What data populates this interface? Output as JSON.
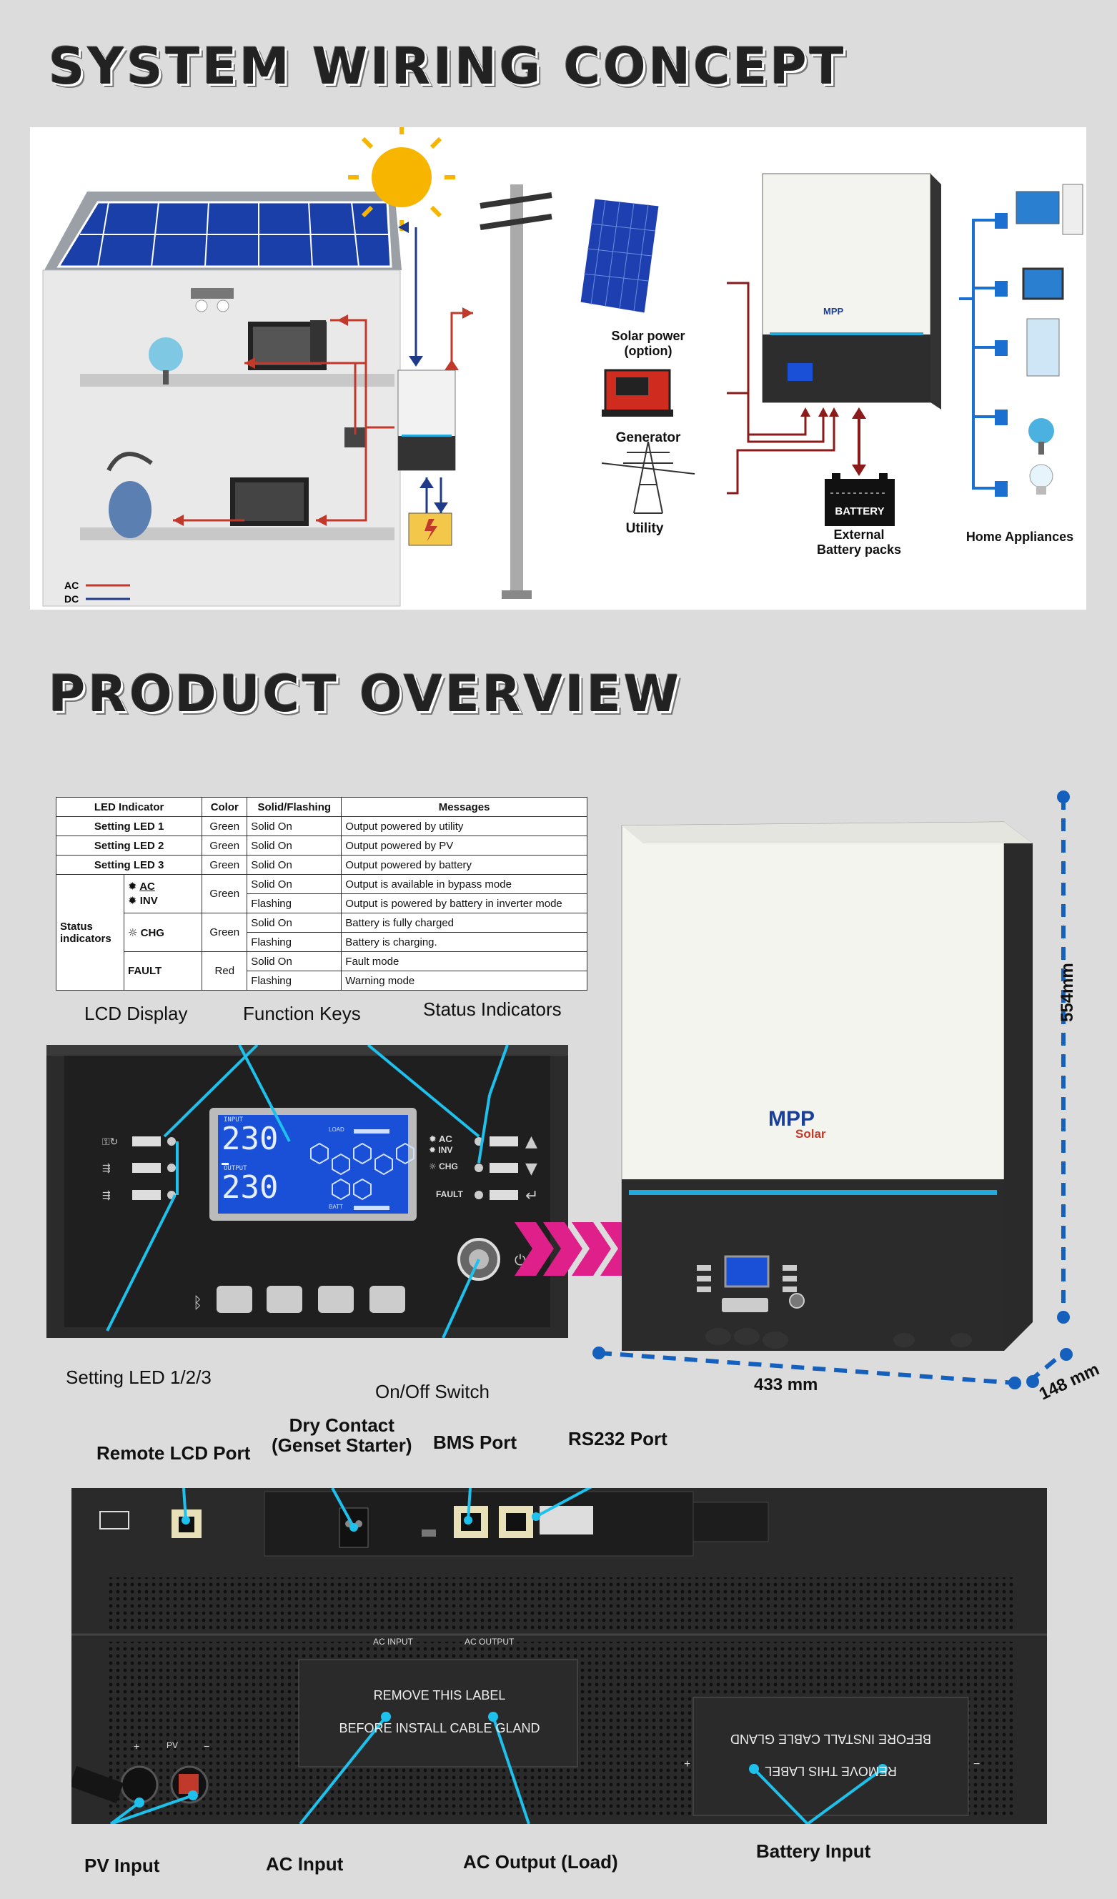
{
  "sections": {
    "wiring_title": "SYSTEM WIRING CONCEPT",
    "overview_title": "PRODUCT OVERVIEW"
  },
  "wiring": {
    "legend": [
      {
        "label": "AC",
        "color": "#c0392b"
      },
      {
        "label": "DC",
        "color": "#1f3a8a"
      }
    ],
    "labels": {
      "solar": "Solar power\n(option)",
      "generator": "Generator",
      "utility": "Utility",
      "battery_box": "BATTERY",
      "external_battery": "External\nBattery packs",
      "home_appliances": "Home Appliances"
    }
  },
  "led_table": {
    "headers": [
      "LED Indicator",
      "Color",
      "Solid/Flashing",
      "Messages"
    ],
    "rows": [
      {
        "indicator": "Setting LED 1",
        "color": "Green",
        "state": "Solid On",
        "message": "Output powered by utility"
      },
      {
        "indicator": "Setting LED 2",
        "color": "Green",
        "state": "Solid On",
        "message": "Output powered by PV"
      },
      {
        "indicator": "Setting LED 3",
        "color": "Green",
        "state": "Solid On",
        "message": "Output powered by battery"
      }
    ],
    "status_group_label": "Status\nindicators",
    "status": [
      {
        "icon": "AC/INV",
        "ac": "AC",
        "inv": "INV",
        "color": "Green",
        "rows": [
          {
            "state": "Solid On",
            "message": "Output is available in bypass mode"
          },
          {
            "state": "Flashing",
            "message": "Output is powered by battery in inverter mode"
          }
        ]
      },
      {
        "icon": "CHG",
        "color": "Green",
        "rows": [
          {
            "state": "Solid On",
            "message": "Battery is fully charged"
          },
          {
            "state": "Flashing",
            "message": "Battery is charging."
          }
        ]
      },
      {
        "icon": "FAULT",
        "color": "Red",
        "rows": [
          {
            "state": "Solid On",
            "message": "Fault mode"
          },
          {
            "state": "Flashing",
            "message": "Warning mode"
          }
        ]
      }
    ]
  },
  "front_panel": {
    "callouts": {
      "lcd": "LCD Display",
      "function_keys": "Function Keys",
      "status_indicators": "Status Indicators",
      "setting_led": "Setting LED 1/2/3",
      "onoff": "On/Off Switch"
    },
    "lcd": {
      "input_label": "INPUT",
      "input_value": "230",
      "output_label": "OUTPUT",
      "output_value": "230",
      "load": "LOAD",
      "batt": "BATT"
    },
    "status_labels": {
      "ac": "AC",
      "inv": "INV",
      "chg": "CHG",
      "fault": "FAULT"
    }
  },
  "dimensions": {
    "height": "554mm",
    "width": "433 mm",
    "depth": "148 mm"
  },
  "product": {
    "logo_mpp": "MPP",
    "logo_solar": "Solar"
  },
  "bottom_panel": {
    "callouts": {
      "remote_lcd": "Remote LCD Port",
      "dry_contact": "Dry Contact\n(Genset Starter)",
      "bms": "BMS Port",
      "rs232": "RS232 Port",
      "pv_input": "PV Input",
      "ac_input": "AC Input",
      "ac_output": "AC Output (Load)",
      "battery_input": "Battery Input"
    },
    "panel_text": {
      "ac_input_tag": "AC INPUT",
      "ac_output_tag": "AC OUTPUT",
      "label_line1": "REMOVE THIS LABEL",
      "label_line2": "BEFORE INSTALL CABLE GLAND",
      "label2_line1": "BEFORE INSTALL CABLE GLAND",
      "label2_line2": "REMOVE THIS LABEL",
      "pv_plus": "+",
      "pv_tag": "PV",
      "pv_minus": "−",
      "batt_plus": "+",
      "batt_minus": "−"
    }
  },
  "colors": {
    "callout_line": "#1ec0ec",
    "ac_line": "#c0392b",
    "dc_line": "#1f3a8a",
    "dimension_line": "#1560bd",
    "led_green": "#2ecc40",
    "lcd_blue": "#1a4fd8",
    "arrow_pink": "#e0208a"
  }
}
